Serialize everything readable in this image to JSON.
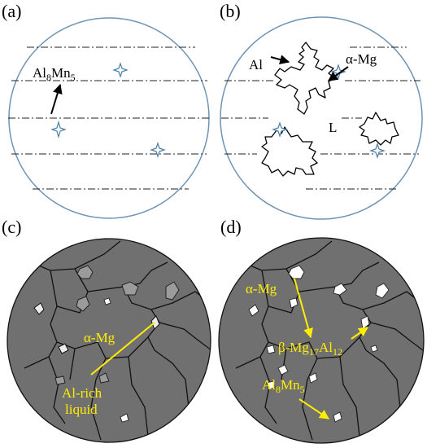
{
  "panels": {
    "a": {
      "label": "(a)",
      "phase_main": "Al",
      "phase_sub1": "8",
      "phase_mid": "Mn",
      "phase_sub2": "5"
    },
    "b": {
      "label": "(b)",
      "al": "Al",
      "alpha_mg": "α-Mg",
      "liquid": "L"
    },
    "c": {
      "label": "(c)",
      "alpha_mg": "α-Mg",
      "al_rich_1": "Al-rich",
      "al_rich_2": "liquid"
    },
    "d": {
      "label": "(d)",
      "alpha_mg": "α-Mg",
      "beta_pre": "β-Mg",
      "beta_sub1": "17",
      "beta_mid": "Al",
      "beta_sub2": "12",
      "al_main": "Al",
      "al_sub1": "8",
      "al_mid": "Mn",
      "al_sub2": "5"
    }
  },
  "colors": {
    "circle_outline": "#6f93b3",
    "grain_fill": "#707070",
    "label_yellow": "#ffee00",
    "star_outline": "#4a7fa8"
  }
}
